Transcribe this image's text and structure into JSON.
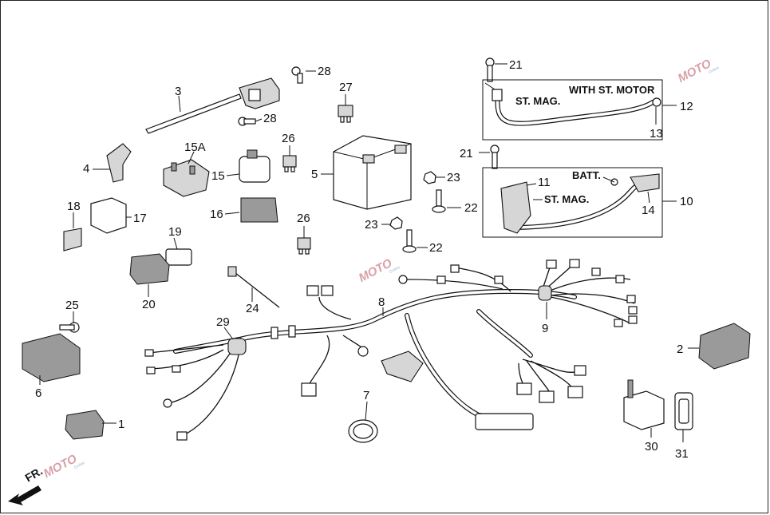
{
  "diagram": {
    "brand_colors": {
      "watermark_red": "#d9a0a8",
      "watermark_blue": "#9fb8d8"
    },
    "watermark": {
      "text": "MOTO",
      "subtext": "Online"
    },
    "direction_marker": {
      "text": "FR.",
      "icon": "arrow-icon"
    },
    "callouts": {
      "c1": "1",
      "c2": "2",
      "c3": "3",
      "c4": "4",
      "c5": "5",
      "c6": "6",
      "c7": "7",
      "c8": "8",
      "c9": "9",
      "c10": "10",
      "c11": "11",
      "c12": "12",
      "c13": "13",
      "c14": "14",
      "c15": "15",
      "c15a": "15A",
      "c16": "16",
      "c17": "17",
      "c18": "18",
      "c19": "19",
      "c20": "20",
      "c21a": "21",
      "c21b": "21",
      "c22a": "22",
      "c22b": "22",
      "c23a": "23",
      "c23b": "23",
      "c24": "24",
      "c25": "25",
      "c26a": "26",
      "c26b": "26",
      "c27": "27",
      "c28a": "28",
      "c28b": "28",
      "c29": "29",
      "c30": "30",
      "c31": "31"
    },
    "labels": {
      "st_mag_top": "ST. MAG.",
      "with_st_motor": "WITH ST. MOTOR",
      "batt": "BATT.",
      "st_mag_bottom": "ST. MAG."
    }
  }
}
